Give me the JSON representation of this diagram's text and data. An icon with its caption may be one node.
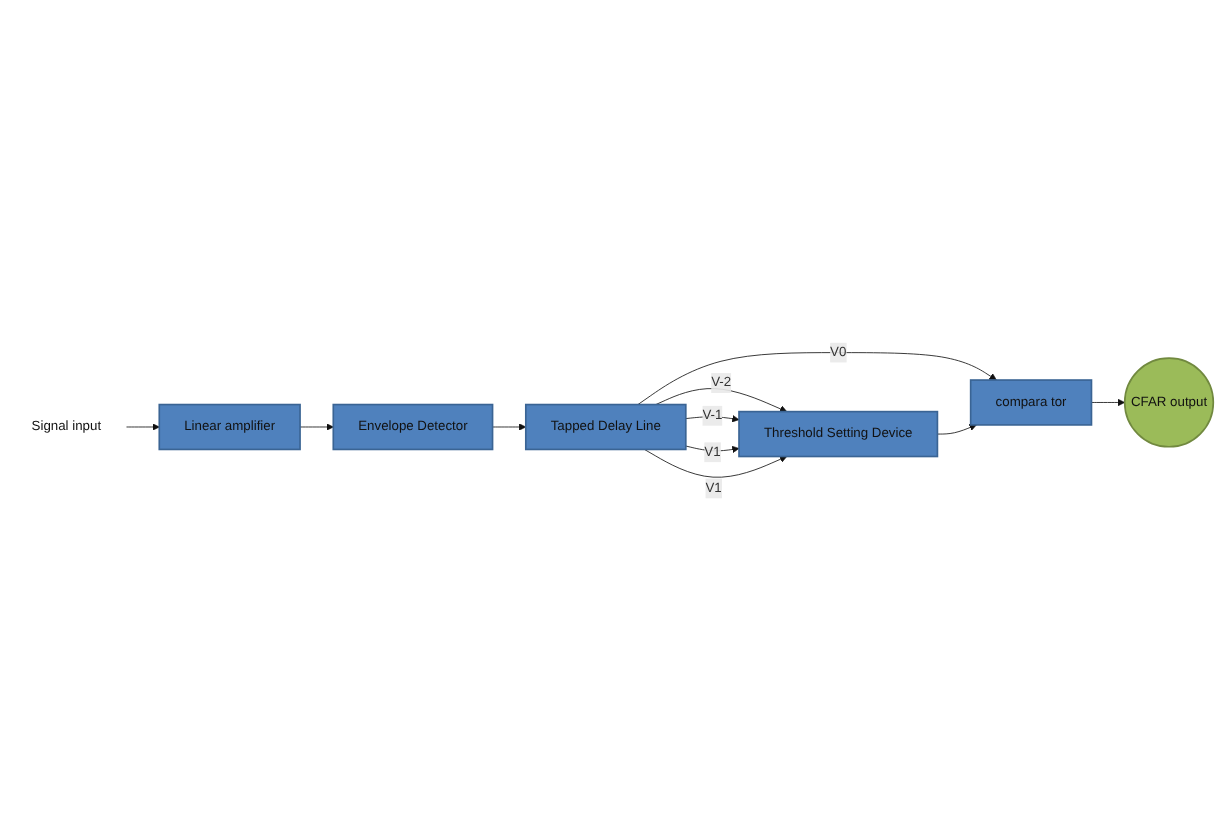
{
  "diagram": {
    "nodes": [
      {
        "text": [
          "Signal input"
        ]
      },
      {
        "text": [
          "Linear amplifier"
        ]
      },
      {
        "text": [
          "Envelope Detector"
        ]
      },
      {
        "text": [
          "Tapped Delay Line"
        ]
      },
      {
        "text": [
          "Threshold Setting Device"
        ]
      },
      {
        "text": [
          "compara tor"
        ]
      },
      {
        "text": [
          "CFAR output"
        ]
      }
    ],
    "edges": [
      {
        "from": 0,
        "to": 1,
        "arrow": "to"
      },
      {
        "from": 1,
        "to": 2,
        "arrow": "to"
      },
      {
        "from": 2,
        "to": 3,
        "arrow": "to"
      },
      {
        "from": 3,
        "to": 4,
        "arrow": "to",
        "label": "V-2"
      },
      {
        "from": 3,
        "to": 4,
        "arrow": "to",
        "label": "V-1"
      },
      {
        "from": 3,
        "to": 4,
        "arrow": "to",
        "label": "V1"
      },
      {
        "from": 3,
        "to": 4,
        "arrow": "to",
        "label": "V1"
      },
      {
        "from": 3,
        "to": 5,
        "arrow": "to",
        "label": "V0"
      },
      {
        "from": 4,
        "to": 5,
        "arrow": "to"
      },
      {
        "from": 5,
        "to": 6,
        "arrow": "to"
      }
    ]
  }
}
